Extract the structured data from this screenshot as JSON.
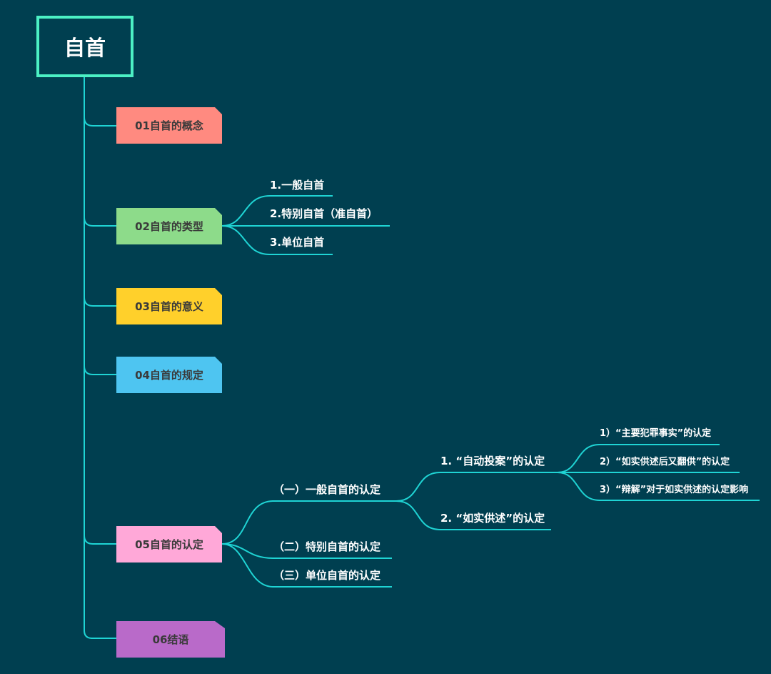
{
  "root": {
    "title": "自首"
  },
  "colors": {
    "background": "#003f50",
    "root_border": "#4cf0c4",
    "connector": "#1fd4d4"
  },
  "branches": [
    {
      "label": "01自首的概念",
      "color": "#ff8a80"
    },
    {
      "label": "02自首的类型",
      "color": "#8ddb8a",
      "children": [
        "1.一般自首",
        "2.特别自首（准自首）",
        "3.单位自首"
      ]
    },
    {
      "label": "03自首的意义",
      "color": "#ffd02b"
    },
    {
      "label": "04自首的规定",
      "color": "#4ec5f1"
    },
    {
      "label": "05自首的认定",
      "color": "#ffa8d8",
      "children": [
        {
          "label": "（一）一般自首的认定",
          "children": [
            {
              "label": "1. “自动投案”的认定",
              "children": [
                "1）“主要犯罪事实”的认定",
                "2）“如实供述后又翻供”的认定",
                "3）“辩解”对于如实供述的认定影响"
              ]
            },
            {
              "label": "2. “如实供述”的认定"
            }
          ]
        },
        {
          "label": "（二）特别自首的认定"
        },
        {
          "label": "（三）单位自首的认定"
        }
      ]
    },
    {
      "label": "06结语",
      "color": "#b96ac9"
    }
  ]
}
